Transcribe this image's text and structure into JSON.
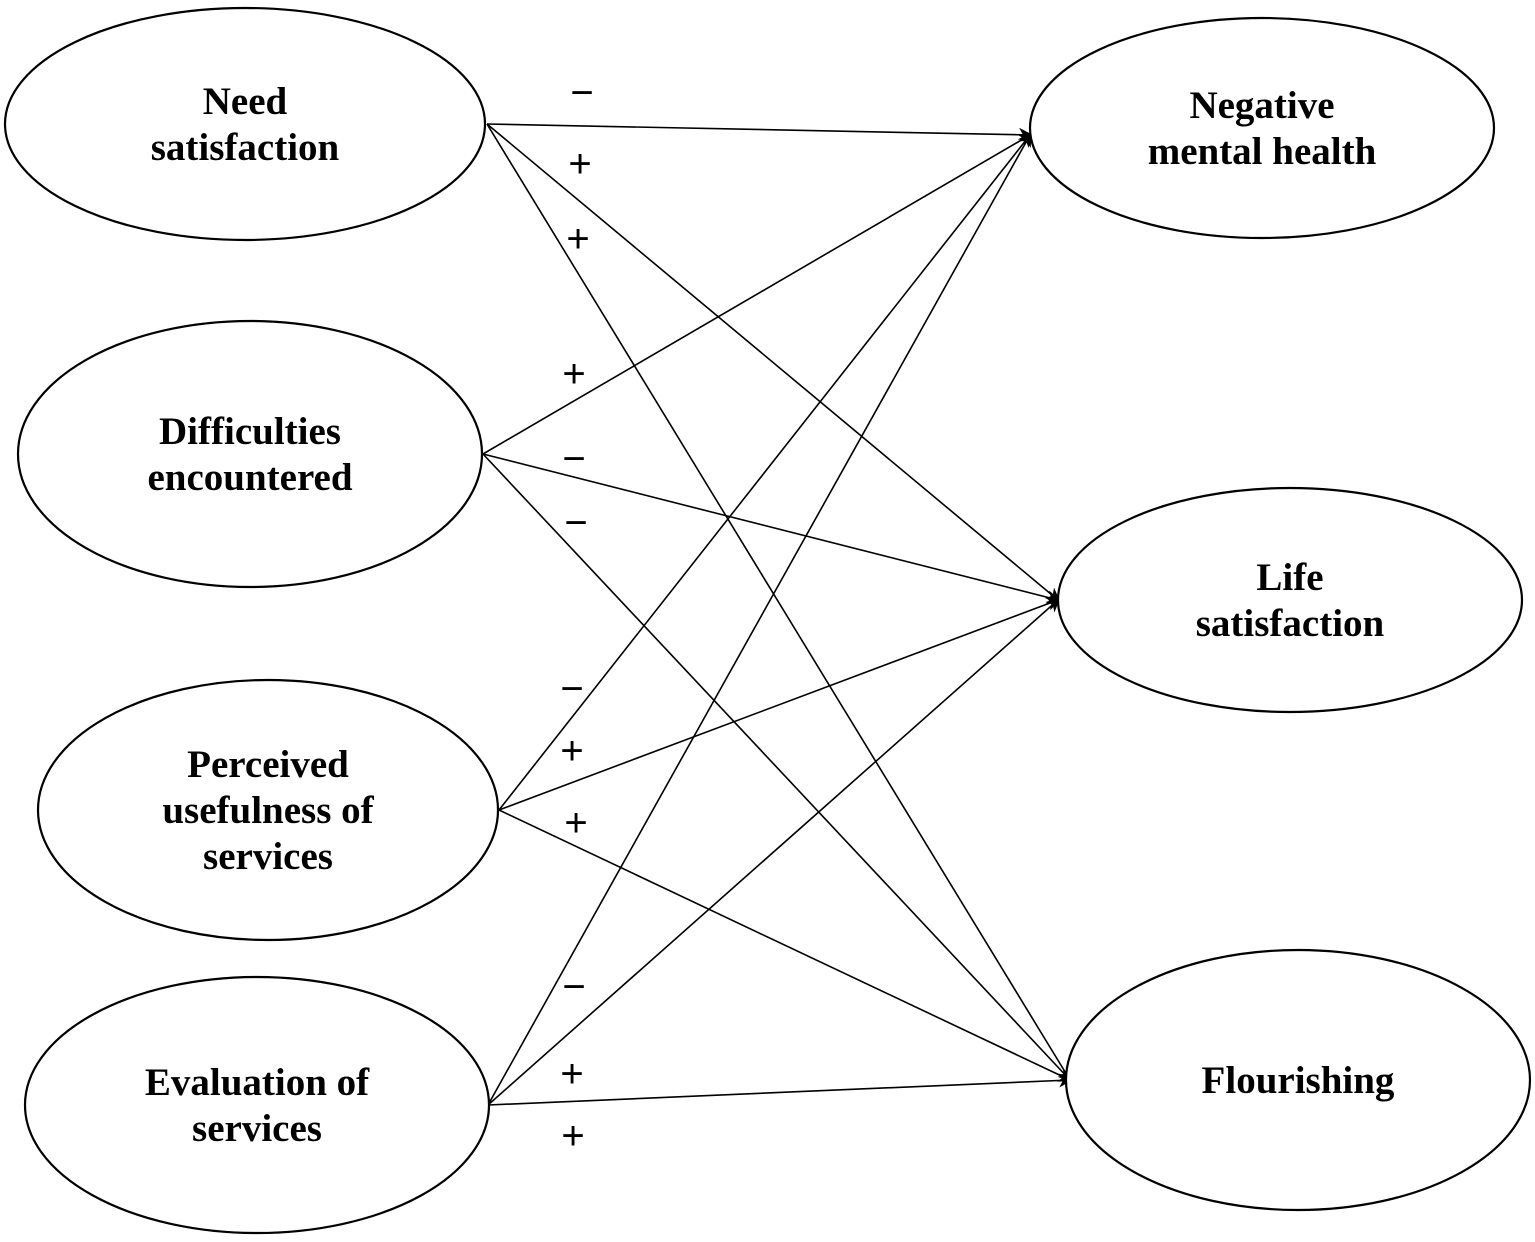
{
  "predictors": [
    {
      "id": "need",
      "lines": [
        "Need",
        "satisfaction"
      ]
    },
    {
      "id": "difficulties",
      "lines": [
        "Difficulties",
        "encountered"
      ]
    },
    {
      "id": "usefulness",
      "lines": [
        "Perceived",
        "usefulness of",
        "services"
      ]
    },
    {
      "id": "evaluation",
      "lines": [
        "Evaluation of",
        "services"
      ]
    }
  ],
  "outcomes": [
    {
      "id": "negative",
      "lines": [
        "Negative",
        "mental health"
      ]
    },
    {
      "id": "life",
      "lines": [
        "Life",
        "satisfaction"
      ]
    },
    {
      "id": "flourishing",
      "lines": [
        "Flourishing"
      ]
    }
  ],
  "paths": [
    {
      "from": "need",
      "to": "negative",
      "sign": "−"
    },
    {
      "from": "need",
      "to": "life",
      "sign": "+"
    },
    {
      "from": "need",
      "to": "flourishing",
      "sign": "+"
    },
    {
      "from": "difficulties",
      "to": "negative",
      "sign": "+"
    },
    {
      "from": "difficulties",
      "to": "life",
      "sign": "−"
    },
    {
      "from": "difficulties",
      "to": "flourishing",
      "sign": "−"
    },
    {
      "from": "usefulness",
      "to": "negative",
      "sign": "−"
    },
    {
      "from": "usefulness",
      "to": "life",
      "sign": "+"
    },
    {
      "from": "usefulness",
      "to": "flourishing",
      "sign": "+"
    },
    {
      "from": "evaluation",
      "to": "negative",
      "sign": "−"
    },
    {
      "from": "evaluation",
      "to": "life",
      "sign": "+"
    },
    {
      "from": "evaluation",
      "to": "flourishing",
      "sign": "+"
    }
  ],
  "colors": {
    "stroke": "#000000",
    "background": "#ffffff"
  }
}
